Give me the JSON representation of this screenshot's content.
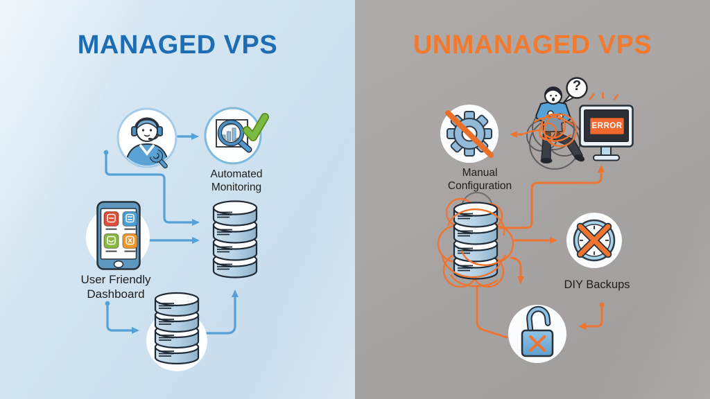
{
  "left_panel": {
    "title": "MANAGED VPS",
    "monitoring_label_line1": "Automated",
    "monitoring_label_line2": "Monitoring",
    "dashboard_label_line1": "User Friendly",
    "dashboard_label_line2": "Dashboard"
  },
  "right_panel": {
    "title": "UNMANAGED VPS",
    "config_label_line1": "Manual",
    "config_label_line2": "Configuration",
    "backups_label": "DIY Backups",
    "error_text": "ERROR",
    "question_mark": "?"
  },
  "colors": {
    "managed_title": "#1e6cb2",
    "unmanaged_title": "#f07a30",
    "managed_background": "#cfe2f0",
    "unmanaged_background": "#a7a4a3",
    "arrow_blue": "#55a0d6",
    "arrow_orange": "#ee7430",
    "database_blue": "#b6d2e5",
    "success_green": "#7cb942",
    "error_badge_background": "#f2682e",
    "label_text": "#1d1d1b"
  },
  "icons": [
    "support-agent-icon",
    "automated-monitoring-icon",
    "check-mark-icon",
    "magnifier-chart-icon",
    "dashboard-tablet-icon",
    "database-stack-icon",
    "gear-disabled-icon",
    "tangled-wires-user-icon",
    "question-bubble-icon",
    "error-monitor-icon",
    "clock-crossed-icon",
    "open-padlock-icon"
  ]
}
